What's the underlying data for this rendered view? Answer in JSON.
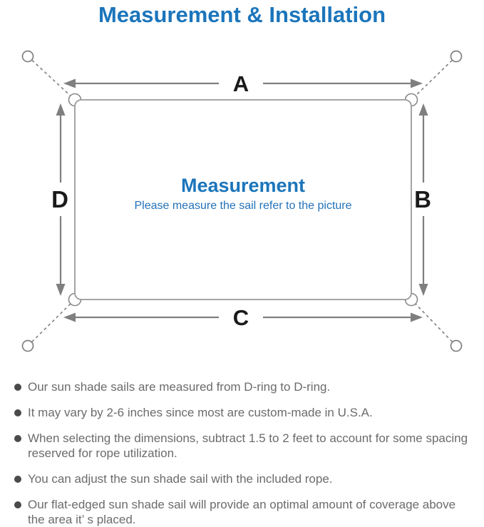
{
  "page": {
    "title": "Measurement & Installation"
  },
  "diagram": {
    "dimension_labels": {
      "top": "A",
      "right": "B",
      "bottom": "C",
      "left": "D"
    },
    "center_title": "Measurement",
    "center_subtitle": "Please measure the sail refer to the picture"
  },
  "notes": {
    "items": [
      {
        "text": "Our sun shade sails are measured from D-ring to D-ring."
      },
      {
        "text": "It may vary by 2-6 inches since most are custom-made in U.S.A."
      },
      {
        "text": "When selecting the dimensions, subtract 1.5 to 2 feet to account for some spacing\nreserved for rope utilization."
      },
      {
        "text": "You can adjust the sun shade sail with the included rope."
      },
      {
        "text": "Our flat-edged sun shade sail will provide an optimal amount of coverage above\nthe area it’ s placed."
      }
    ]
  },
  "colors": {
    "accent_blue": "#1b75bb",
    "label_black": "#1a1a1a",
    "body_gray": "#6b6b6b",
    "arrow_gray": "#7f7f7f",
    "outline_gray": "#9a9a9a"
  }
}
